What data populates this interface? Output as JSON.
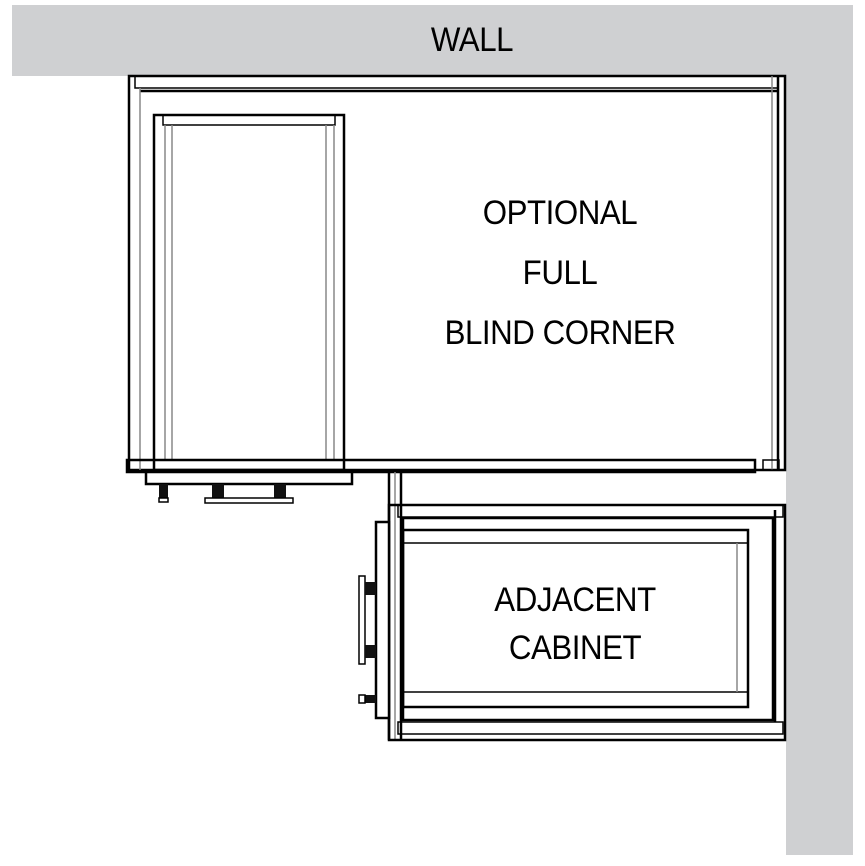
{
  "wall": {
    "label": "WALL",
    "color": "#cfd0d2"
  },
  "blind_corner": {
    "line1": "OPTIONAL",
    "line2": "FULL",
    "line3": "BLIND CORNER"
  },
  "adjacent": {
    "line1": "ADJACENT",
    "line2": "CABINET"
  }
}
